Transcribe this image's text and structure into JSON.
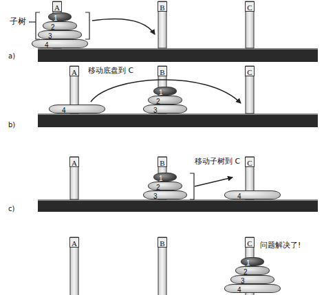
{
  "diagram": {
    "nodes": [
      {
        "text": [
          "A"
        ]
      },
      {
        "text": [
          "1"
        ]
      },
      {
        "text": [
          "2"
        ]
      },
      {
        "text": [
          "3"
        ]
      },
      {
        "text": [
          "4"
        ]
      },
      {
        "text": [
          "B"
        ]
      },
      {
        "text": [
          "C"
        ]
      },
      {
        "text": [
          "A"
        ]
      },
      {
        "text": [
          "4"
        ]
      },
      {
        "text": [
          "B"
        ]
      },
      {
        "text": [
          "1"
        ]
      },
      {
        "text": [
          "2"
        ]
      },
      {
        "text": [
          "3"
        ]
      },
      {
        "text": [
          "C"
        ]
      },
      {
        "text": [
          "A"
        ]
      },
      {
        "text": [
          "B"
        ]
      },
      {
        "text": [
          "1"
        ]
      },
      {
        "text": [
          "2"
        ]
      },
      {
        "text": [
          "3"
        ]
      },
      {
        "text": [
          "C"
        ]
      },
      {
        "text": [
          "4"
        ]
      },
      {
        "text": [
          "A"
        ]
      },
      {
        "text": [
          "B"
        ]
      },
      {
        "text": [
          "C"
        ]
      },
      {
        "text": [
          "1"
        ]
      },
      {
        "text": [
          "2"
        ]
      },
      {
        "text": [
          "3"
        ]
      },
      {
        "text": [
          "4"
        ]
      }
    ],
    "labels": [
      "子树",
      "a)",
      "移动底盘到 C",
      "b)",
      "移动子树到 C",
      "c)",
      "问题解决了!"
    ]
  }
}
